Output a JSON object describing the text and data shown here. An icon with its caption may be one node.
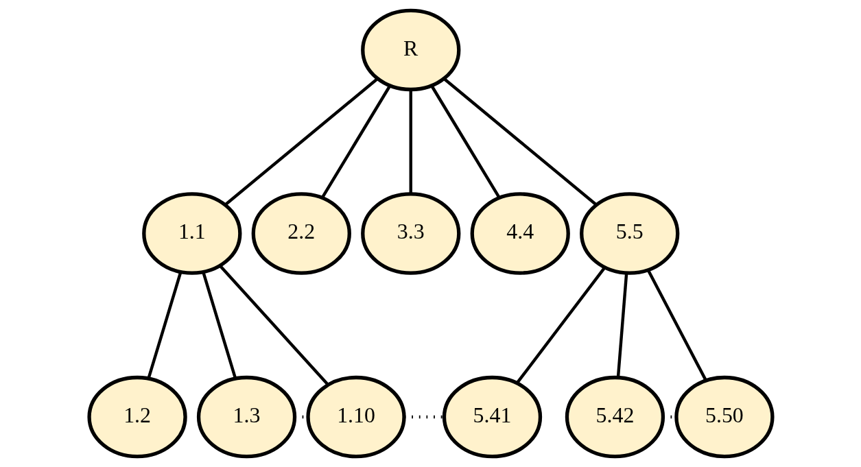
{
  "diagram": {
    "nodes": [
      {
        "text": [
          "R"
        ]
      },
      {
        "text": [
          "1.1"
        ]
      },
      {
        "text": [
          "2.2"
        ]
      },
      {
        "text": [
          "3.3"
        ]
      },
      {
        "text": [
          "4.4"
        ]
      },
      {
        "text": [
          "5.5"
        ]
      },
      {
        "text": [
          "1.2"
        ]
      },
      {
        "text": [
          "1.3"
        ]
      },
      {
        "text": [
          "1.10"
        ]
      },
      {
        "text": [
          "5.41"
        ]
      },
      {
        "text": [
          "5.42"
        ]
      },
      {
        "text": [
          "5.50"
        ]
      }
    ],
    "edges": [
      {
        "from": 0,
        "to": 1,
        "arrow": "none"
      },
      {
        "from": 0,
        "to": 2,
        "arrow": "none"
      },
      {
        "from": 0,
        "to": 3,
        "arrow": "none"
      },
      {
        "from": 0,
        "to": 4,
        "arrow": "none"
      },
      {
        "from": 0,
        "to": 5,
        "arrow": "none"
      },
      {
        "from": 1,
        "to": 6,
        "arrow": "none"
      },
      {
        "from": 1,
        "to": 7,
        "arrow": "none"
      },
      {
        "from": 1,
        "to": 8,
        "arrow": "none"
      },
      {
        "from": 5,
        "to": 9,
        "arrow": "none"
      },
      {
        "from": 5,
        "to": 10,
        "arrow": "none"
      },
      {
        "from": 5,
        "to": 11,
        "arrow": "none"
      },
      {
        "from": 7,
        "to": 8,
        "arrow": "none",
        "style": "dashed"
      },
      {
        "from": 8,
        "to": 9,
        "arrow": "none",
        "style": "dashed"
      },
      {
        "from": 10,
        "to": 11,
        "arrow": "none",
        "style": "dashed"
      }
    ]
  }
}
